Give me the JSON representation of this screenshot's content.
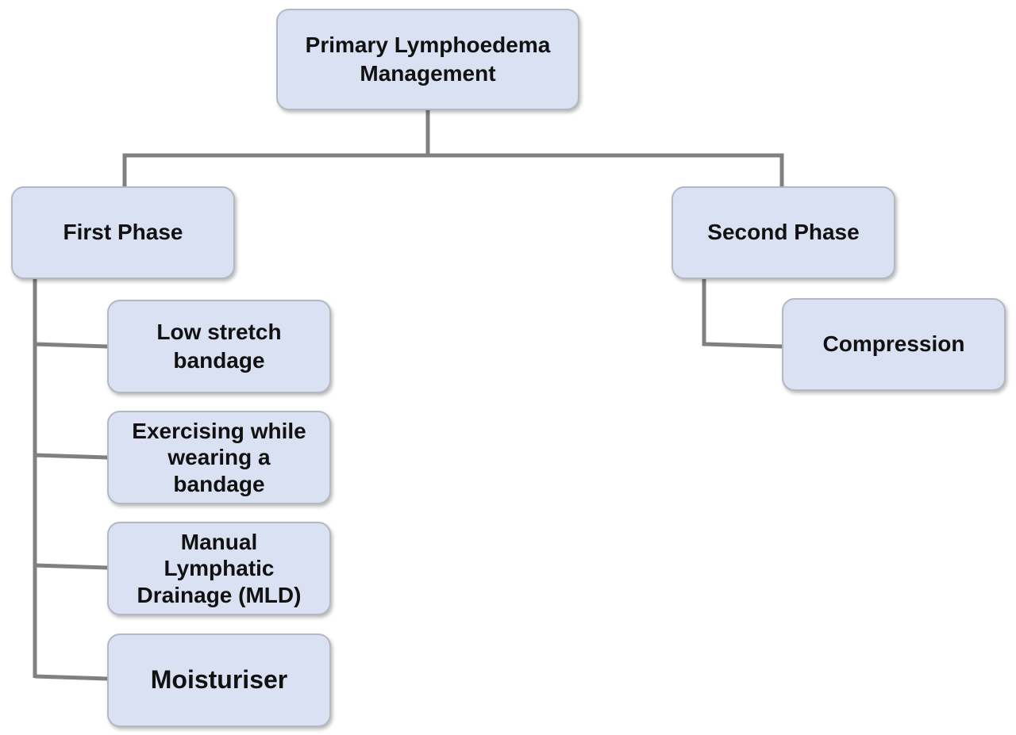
{
  "diagram": {
    "root": {
      "label": "Primary Lymphoedema\nManagement"
    },
    "phases": [
      {
        "label": "First Phase",
        "children": [
          {
            "label": "Low stretch\nbandage"
          },
          {
            "label": "Exercising while\nwearing a\nbandage"
          },
          {
            "label": "Manual\nLymphatic\nDrainage (MLD)"
          },
          {
            "label": "Moisturiser"
          }
        ]
      },
      {
        "label": "Second Phase",
        "children": [
          {
            "label": "Compression"
          }
        ]
      }
    ]
  },
  "colors": {
    "box_fill": "#dae1f2",
    "box_border": "#b4b8c0",
    "connector": "#808080",
    "text": "#111111"
  }
}
